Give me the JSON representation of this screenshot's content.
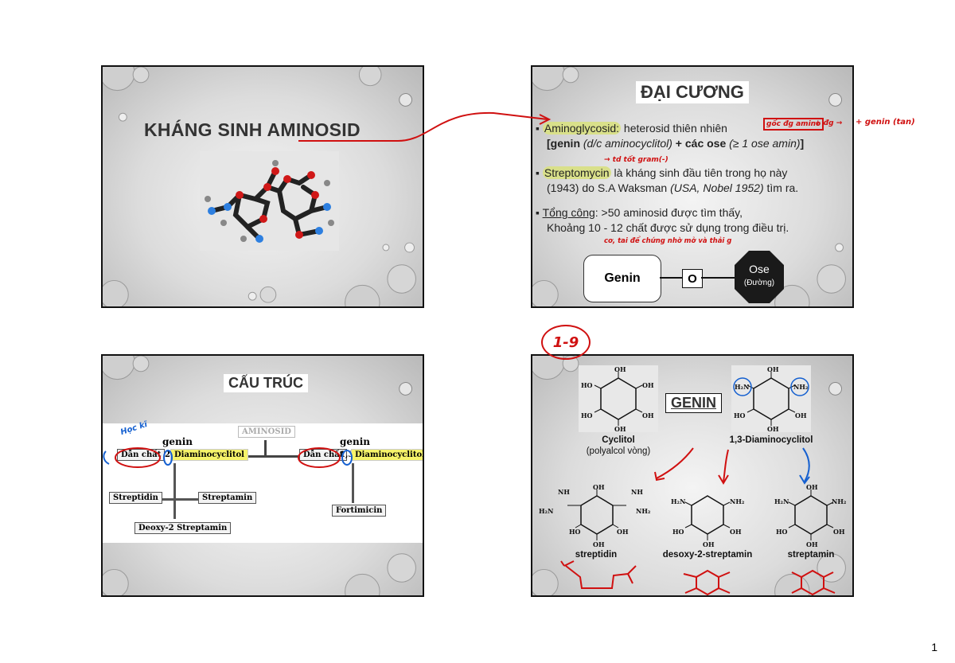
{
  "page_number": "1",
  "slide1": {
    "title": "KHÁNG SINH AMINOSID"
  },
  "slide2": {
    "title": "ĐẠI CƯƠNG",
    "b1_term": "Aminoglycosid:",
    "b1_rest": " heterosid thiên nhiên",
    "b1_line2_open": "[genin ",
    "b1_line2_italic": "(d/c aminocyclitol)",
    "b1_line2_mid": " + các ose ",
    "b1_line2_italic2": "(≥ 1 ose amin)",
    "b1_line2_close": "]",
    "note_a": "gốc đg amino",
    "note_b": "+ đg →",
    "note_c": "+ genin (tan)",
    "note_d": "→ td tốt gram(-)",
    "b2_term": "Streptomycin",
    "b2_rest": " là kháng sinh đầu tiên trong họ này",
    "b2_line2_a": "(1943) do S.A Waksman ",
    "b2_line2_italic": "(USA, Nobel 1952)",
    "b2_line2_b": " tìm ra.",
    "b3_term": "Tổng công",
    "b3_rest": ": >50 aminosid được tìm thấy,",
    "b3_line2": "Khoảng 10 - 12 chất được sử dụng trong điều trị.",
    "note_e": "cơ, tai để chứng nhờ mở và thải g",
    "genin": "Genin",
    "o": "O",
    "ose": "Ose",
    "ose_sub": "(Đường)"
  },
  "slide3": {
    "title": "CẤU TRÚC",
    "aminosid": "AMINOSID",
    "genin_left": "genin",
    "genin_right": "genin",
    "dan_chat_left": "Dẫn chất",
    "num_left": "2",
    "diamino_left": "Diaminocyclitol",
    "dan_chat_right": "Dẫn chất",
    "num_right": "1,3",
    "diamino_right": "Diaminocyclitol",
    "streptidin": "Streptidin",
    "streptamin": "Streptamin",
    "deoxy": "Deoxy-2 Streptamin",
    "fortimicin": "Fortimicin",
    "note_hoc": "Học kĩ"
  },
  "slide4": {
    "note_top": "1-9",
    "title": "GENIN",
    "cyclitol": "Cyclitol",
    "cyclitol_sub": "(polyalcol vòng)",
    "diamino": "1,3-Diaminocyclitol",
    "streptidin": "streptidin",
    "desoxy": "desoxy-2-streptamin",
    "streptamin": "streptamin",
    "oh": "OH",
    "ho": "HO",
    "h2n": "H₂N",
    "nh2": "NH₂",
    "nh": "NH"
  }
}
